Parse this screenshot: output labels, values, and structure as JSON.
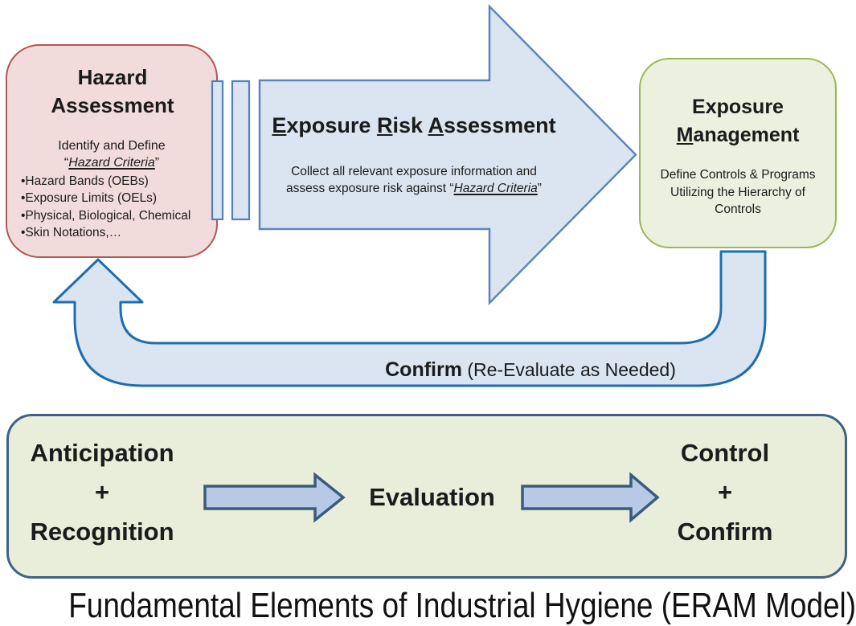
{
  "diagram": {
    "hazard_box": {
      "title": "Hazard Assessment",
      "intro": "Identify and Define",
      "criteria_parts": [
        {
          "t": "“"
        },
        {
          "t": "Hazard Criteria",
          "i": true,
          "u": true
        },
        {
          "t": "”"
        }
      ],
      "bullets": [
        "•Hazard Bands (OEBs)",
        "•Exposure Limits (OELs)",
        "•Physical, Biological, Chemical",
        "•Skin Notations,…"
      ]
    },
    "era_arrow": {
      "title_parts": [
        {
          "t": "E",
          "u": true
        },
        {
          "t": "xposure "
        },
        {
          "t": "R",
          "u": true
        },
        {
          "t": "isk "
        },
        {
          "t": "A",
          "u": true
        },
        {
          "t": "ssessment"
        }
      ],
      "desc_line1": "Collect all relevant exposure information and",
      "desc_line2_parts": [
        {
          "t": "assess exposure risk against “"
        },
        {
          "t": "Hazard Criteria",
          "i": true,
          "u": true
        },
        {
          "t": "”"
        }
      ]
    },
    "management_box": {
      "title_line1": "Exposure",
      "title_line2_parts": [
        {
          "t": "M",
          "u": true
        },
        {
          "t": "anagement"
        }
      ],
      "desc_lines": [
        "Define Controls & Programs",
        "Utilizing the Hierarchy of",
        "Controls"
      ]
    },
    "confirm_arrow": {
      "label_parts": [
        {
          "t": "Confirm",
          "b": true
        },
        {
          "t": " (Re-Evaluate as Needed)"
        }
      ]
    },
    "eram_box": {
      "left_lines": [
        "Anticipation",
        "+",
        "Recognition"
      ],
      "middle": "Evaluation",
      "right_lines": [
        "Control",
        "+",
        "Confirm"
      ]
    },
    "caption": "Fundamental Elements of Industrial Hygiene (ERAM Model)",
    "colors": {
      "hazard_fill": "#f2dcdb",
      "hazard_border": "#b25653",
      "flow_arrow_fill": "#dbe5f1",
      "flow_arrow_border": "#5d85bb",
      "bars_border": "#4f81bd",
      "confirm_arrow_border": "#1d6eb0",
      "management_fill": "#ebf1de",
      "management_border": "#9bb757",
      "eram_fill": "#e8eed9",
      "eram_border": "#406184",
      "small_arrow_fill": "#b7c9e5",
      "small_arrow_border": "#3b5b7e",
      "text": "#1b1b1b"
    }
  }
}
